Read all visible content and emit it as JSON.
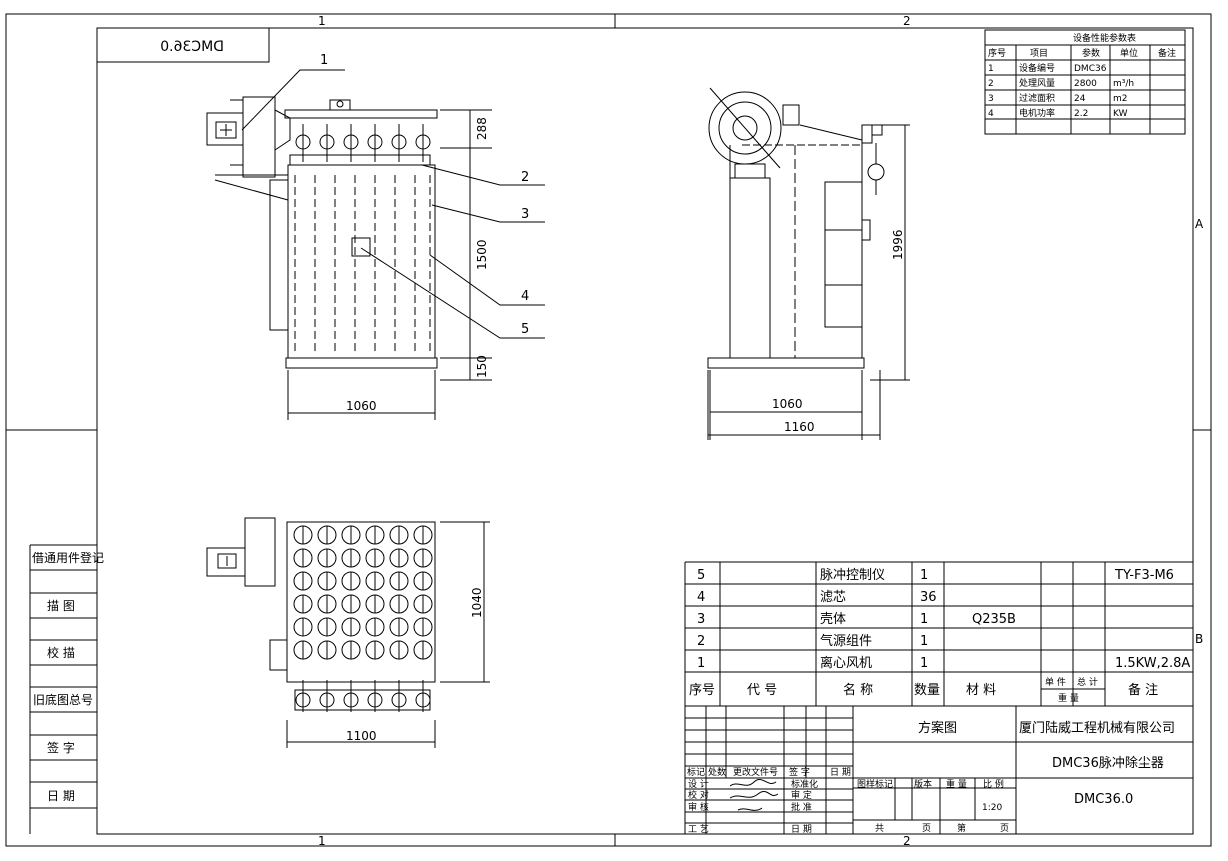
{
  "drawing": {
    "zone_top_1": "1",
    "zone_top_2": "2",
    "zone_bottom_1": "1",
    "zone_bottom_2": "2",
    "zone_right_a": "A",
    "zone_right_b": "B",
    "mirror_code": "DMC36.0"
  },
  "front_view": {
    "leaders": [
      "1",
      "2",
      "3",
      "4",
      "5"
    ],
    "dim_top": "288",
    "dim_body": "1500",
    "dim_bottom": "150",
    "dim_width": "1060"
  },
  "side_view": {
    "dim_height": "1996",
    "dim_width_inner": "1060",
    "dim_width_outer": "1160"
  },
  "plan_view": {
    "dim_depth": "1040",
    "dim_width": "1100"
  },
  "spec_table": {
    "title": "设备性能参数表",
    "headers": [
      "序号",
      "项目",
      "参数",
      "单位",
      "备注"
    ],
    "rows": [
      [
        "1",
        "设备编号",
        "DMC36",
        "",
        ""
      ],
      [
        "2",
        "处理风量",
        "2800",
        "m³/h",
        ""
      ],
      [
        "3",
        "过滤面积",
        "24",
        "m2",
        ""
      ],
      [
        "4",
        "电机功率",
        "2.2",
        "KW",
        ""
      ]
    ]
  },
  "left_strip": [
    "借通用件登记",
    "描 图",
    "校 描",
    "旧底图总号",
    "签 字",
    "日 期"
  ],
  "parts_list": {
    "rows": [
      {
        "no": "5",
        "code": "",
        "name": "脉冲控制仪",
        "qty": "1",
        "material": "",
        "unit_wt": "",
        "total_wt": "",
        "remark": "TY-F3-M6"
      },
      {
        "no": "4",
        "code": "",
        "name": "滤芯",
        "qty": "36",
        "material": "",
        "unit_wt": "",
        "total_wt": "",
        "remark": ""
      },
      {
        "no": "3",
        "code": "",
        "name": "壳体",
        "qty": "1",
        "material": "Q235B",
        "unit_wt": "",
        "total_wt": "",
        "remark": ""
      },
      {
        "no": "2",
        "code": "",
        "name": "气源组件",
        "qty": "1",
        "material": "",
        "unit_wt": "",
        "total_wt": "",
        "remark": ""
      },
      {
        "no": "1",
        "code": "",
        "name": "离心风机",
        "qty": "1",
        "material": "",
        "unit_wt": "",
        "total_wt": "",
        "remark": "1.5KW,2.8A"
      }
    ],
    "header": {
      "no": "序号",
      "code": "代 号",
      "name": "名 称",
      "qty": "数量",
      "material": "材 料",
      "unit_wt": "单 件",
      "total_wt": "总 计",
      "weight": "重 量",
      "remark": "备 注"
    }
  },
  "title_block": {
    "plan_label": "方案图",
    "company": "厦门陆威工程机械有限公司",
    "product_name": "DMC36脉冲除尘器",
    "drawing_no": "DMC36.0",
    "scale": "1:20",
    "rev_labels": [
      "标记",
      "处数",
      "更改文件号",
      "签 字",
      "日 期"
    ],
    "people_labels": [
      "设 计",
      "校 对",
      "审 核",
      "工 艺"
    ],
    "approval_labels": [
      "标准化",
      "审 定",
      "批 准",
      "日 期"
    ],
    "stage_labels": [
      "图样标记",
      "版本",
      "重 量",
      "比 例"
    ],
    "sheet_labels": [
      "共",
      "页",
      "第",
      "页"
    ]
  }
}
